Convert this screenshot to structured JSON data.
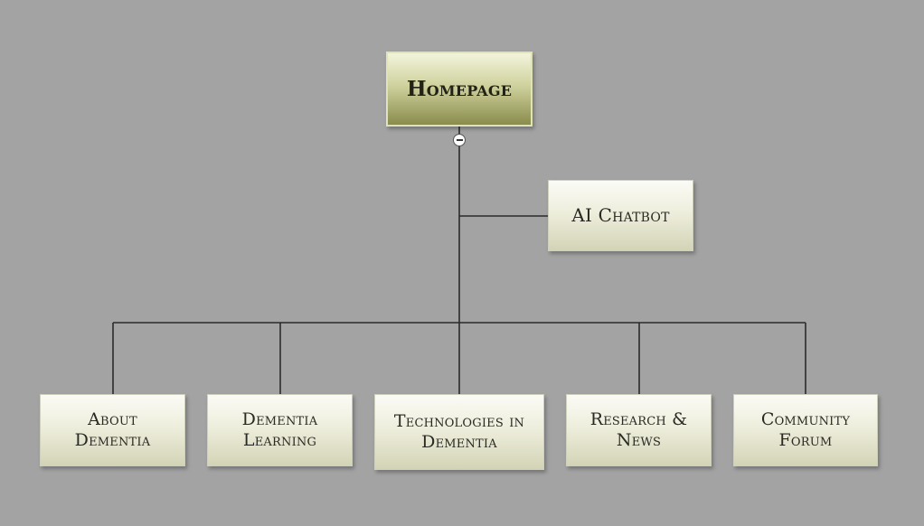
{
  "nodes": {
    "homepage": "Homepage",
    "ai_chatbot": "AI Chatbot",
    "about_dementia": "About Dementia",
    "dementia_learning": "Dementia Learning",
    "technologies": "Technologies in Dementia",
    "research_news": "Research & News",
    "community_forum": "Community Forum"
  },
  "colors": {
    "background": "#a3a3a3",
    "connector": "#2b2b2b",
    "root_fill": "#cfd29d",
    "child_fill": "#eeeedd"
  },
  "icons": {
    "collapse_toggle": "minus-circle-icon"
  }
}
